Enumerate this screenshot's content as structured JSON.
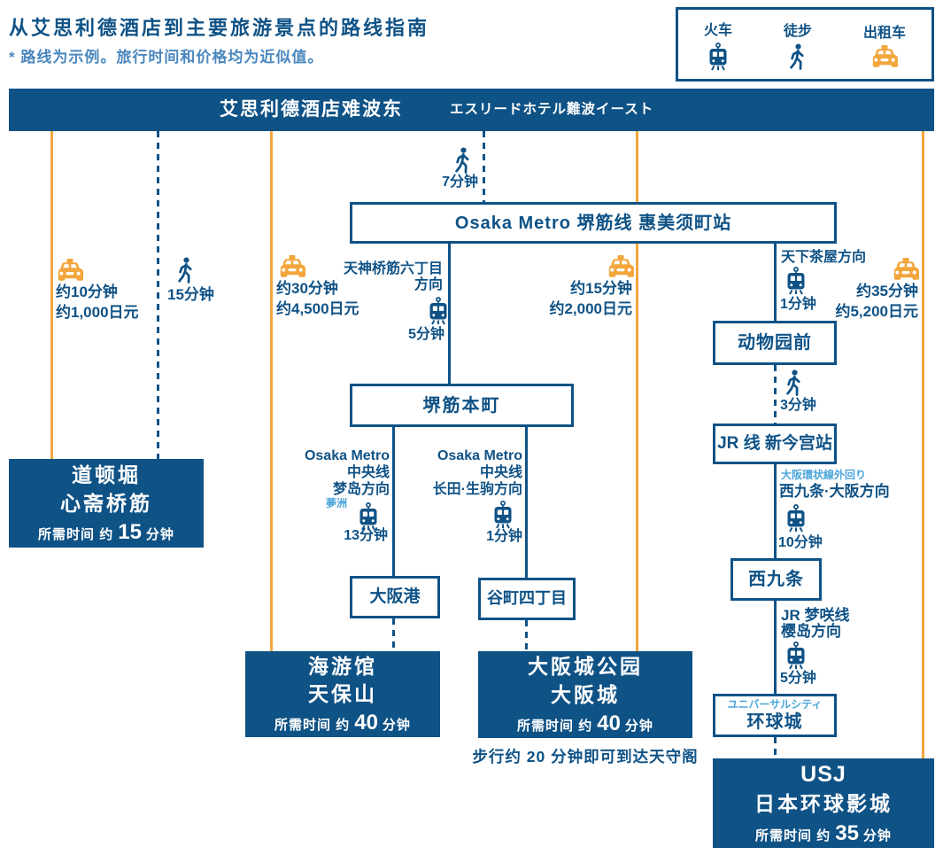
{
  "colors": {
    "navy": "#0f5286",
    "light_blue": "#4ba5da",
    "orange": "#f2a63c",
    "note_blue": "#4a87be"
  },
  "header": {
    "title": "从艾思利德酒店到主要旅游景点的路线指南",
    "note": "* 路线为示例。旅行时间和价格均为近似值。"
  },
  "legend": {
    "train": "火车",
    "walk": "徒步",
    "taxi": "出租车"
  },
  "hotel": {
    "name_cn": "艾思利德酒店难波东",
    "name_jp": "エスリードホテル難波イースト"
  },
  "stations": {
    "ebisucho": "Osaka Metro 堺筋线 惠美须町站",
    "sakaisuji_hommachi": "堺筋本町",
    "osakako": "大阪港",
    "tanimachi4": "谷町四丁目",
    "dobutsuen_mae": "动物园前",
    "jr_shinimamiya": "JR 线 新今宫站",
    "nishikujo": "西九条",
    "universal_city_jp": "ユニバーサルシティ",
    "universal_city": "环球城"
  },
  "segments": {
    "walk_hotel": {
      "time": "7分钟"
    },
    "taxi_dotonbori": {
      "time": "约10分钟",
      "fare": "约1,000日元"
    },
    "walk_dotonbori": {
      "time": "15分钟"
    },
    "taxi_kaiyukan": {
      "time": "约30分钟",
      "fare": "约4,500日元"
    },
    "metro_sakaisuji": {
      "direction_l1": "天神桥筋六丁目",
      "direction_l2": "方向",
      "time": "5分钟"
    },
    "metro_chuo_west": {
      "l1": "Osaka Metro",
      "l2": "中央线",
      "l3": "梦岛方向",
      "note": "夢洲",
      "time": "13分钟"
    },
    "metro_chuo_east": {
      "l1": "Osaka Metro",
      "l2": "中央线",
      "l3": "长田·生驹方向",
      "time": "1分钟"
    },
    "taxi_osakajo": {
      "time": "约15分钟",
      "fare": "约2,000日元"
    },
    "metro_tennoji": {
      "direction": "天下茶屋方向",
      "time": "1分钟"
    },
    "walk_shinimamiya": {
      "time": "3分钟"
    },
    "jr_loop": {
      "note": "大阪環状線外回り",
      "direction": "西九条·大阪方向",
      "time": "10分钟"
    },
    "jr_yumesaki": {
      "l1": "JR 梦咲线",
      "l2": "樱岛方向",
      "time": "5分钟"
    },
    "taxi_usj": {
      "time": "约35分钟",
      "fare": "约5,200日元"
    }
  },
  "destinations": {
    "dotonbori": {
      "l1": "道顿堀",
      "l2": "心斋桥筋",
      "time": "15"
    },
    "kaiyukan": {
      "l1": "海游馆",
      "l2": "天保山",
      "time": "40"
    },
    "osakajo": {
      "l1": "大阪城公园",
      "l2": "大阪城",
      "time": "40",
      "footnote": "步行约 20 分钟即可到达天守阁"
    },
    "usj": {
      "l1": "USJ",
      "l2": "日本环球影城",
      "time": "35"
    }
  },
  "labels": {
    "time_prefix": "所需时间 约",
    "time_suffix": "分钟"
  }
}
